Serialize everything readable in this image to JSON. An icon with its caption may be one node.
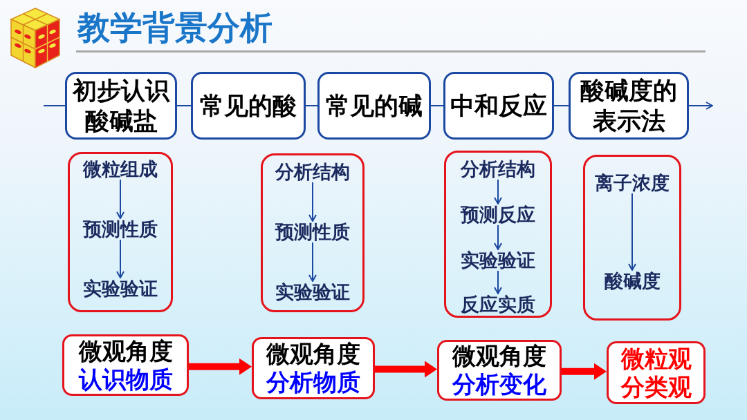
{
  "diagram": {
    "title": "教学背景分析",
    "nodes": [
      {
        "text": [
          "初步认识酸碱盐"
        ]
      },
      {
        "text": [
          "常见的酸"
        ]
      },
      {
        "text": [
          "常见的碱"
        ]
      },
      {
        "text": [
          "中和反应"
        ]
      },
      {
        "text": [
          "酸碱度的表示法"
        ]
      },
      {
        "text": [],
        "shape": "box"
      },
      {
        "text": [
          "微粒组成"
        ],
        "in": 5
      },
      {
        "text": [
          "预测性质"
        ],
        "in": 5
      },
      {
        "text": [
          "实验验证"
        ],
        "in": 5
      },
      {
        "text": [],
        "shape": "box"
      },
      {
        "text": [
          "分析结构"
        ],
        "in": 9
      },
      {
        "text": [
          "预测性质"
        ],
        "in": 9
      },
      {
        "text": [
          "实验验证"
        ],
        "in": 9
      },
      {
        "text": [],
        "shape": "box"
      },
      {
        "text": [
          "分析结构"
        ],
        "in": 13
      },
      {
        "text": [
          "预测反应"
        ],
        "in": 13
      },
      {
        "text": [
          "实验验证"
        ],
        "in": 13
      },
      {
        "text": [
          "反应实质"
        ],
        "in": 13
      },
      {
        "text": [],
        "shape": "box"
      },
      {
        "text": [
          "离子浓度"
        ],
        "in": 18
      },
      {
        "text": [
          "酸碱度"
        ],
        "in": 18
      },
      {
        "text": [
          "微观角度",
          "认识物质"
        ]
      },
      {
        "text": [
          "微观角度",
          "分析物质"
        ]
      },
      {
        "text": [
          "微观角度",
          "分析变化"
        ]
      },
      {
        "text": [
          "微粒观",
          "分类观"
        ]
      }
    ],
    "edges": [
      {
        "from": null,
        "to": 0,
        "arrow": "none"
      },
      {
        "from": 0,
        "to": 1,
        "arrow": "none"
      },
      {
        "from": 1,
        "to": 2,
        "arrow": "none"
      },
      {
        "from": 2,
        "to": 3,
        "arrow": "none"
      },
      {
        "from": 3,
        "to": 4,
        "arrow": "none"
      },
      {
        "from": 4,
        "to": null,
        "arrow": "to"
      },
      {
        "from": 6,
        "to": 7,
        "arrow": "to"
      },
      {
        "from": 7,
        "to": 8,
        "arrow": "to"
      },
      {
        "from": 10,
        "to": 11,
        "arrow": "to"
      },
      {
        "from": 11,
        "to": 12,
        "arrow": "to"
      },
      {
        "from": 14,
        "to": 15,
        "arrow": "to"
      },
      {
        "from": 15,
        "to": 16,
        "arrow": "to"
      },
      {
        "from": 16,
        "to": 17,
        "arrow": "to"
      },
      {
        "from": 19,
        "to": 20,
        "arrow": "to"
      },
      {
        "from": 21,
        "to": 22,
        "arrow": "to",
        "style": "thick",
        "color": "#ff0000"
      },
      {
        "from": 22,
        "to": 23,
        "arrow": "to",
        "style": "thick",
        "color": "#ff0000"
      },
      {
        "from": 23,
        "to": 24,
        "arrow": "to",
        "style": "thick",
        "color": "#ff0000"
      }
    ]
  }
}
